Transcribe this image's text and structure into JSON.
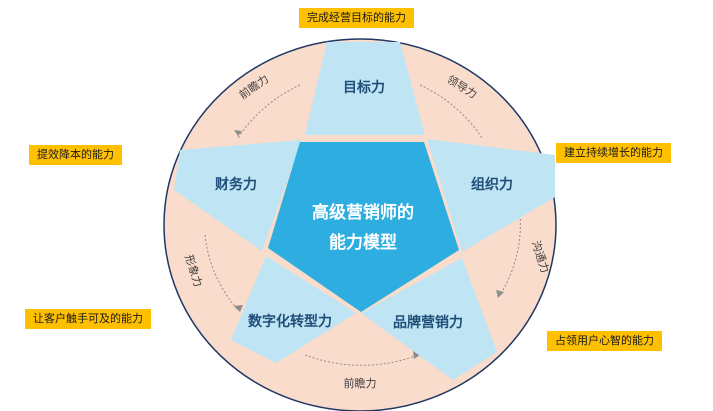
{
  "colors": {
    "ring": "#f9dccb",
    "ring_stroke": "#1f3864",
    "petal": "#bfe4f4",
    "center": "#2eaee0",
    "tag": "#ffc000",
    "dash": "#8c8c8c"
  },
  "center": {
    "line1": "高级营销师的",
    "line2": "能力模型"
  },
  "petals": [
    {
      "label": "目标力"
    },
    {
      "label": "组织力"
    },
    {
      "label": "品牌营销力"
    },
    {
      "label": "数字化转型力"
    },
    {
      "label": "财务力"
    }
  ],
  "ring_labels": [
    {
      "text": "领导力"
    },
    {
      "text": "沟通力"
    },
    {
      "text": "前瞻力"
    },
    {
      "text": "形象力"
    },
    {
      "text": "前瞻力"
    }
  ],
  "tags": [
    {
      "text": "完成经营目标的能力"
    },
    {
      "text": "建立持续增长的能力"
    },
    {
      "text": "占领用户心智的能力"
    },
    {
      "text": "让客户触手可及的能力"
    },
    {
      "text": "提效降本的能力"
    }
  ]
}
